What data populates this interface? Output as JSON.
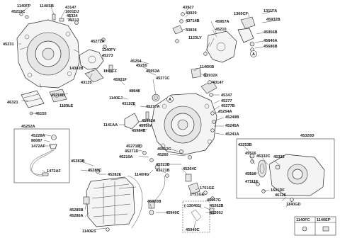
{
  "callouts": {
    "a1": "A",
    "a2": "A"
  },
  "labels": [
    "1140FP",
    "1140SB",
    "45219C",
    "43147",
    "1601DJ",
    "45324",
    "21513",
    "45231",
    "45272A",
    "1140FY",
    "45273",
    "1430JB",
    "1140FZ",
    "43135",
    "45254",
    "45255",
    "45253A",
    "45931F",
    "48648",
    "1140EJ",
    "43137E",
    "45271C",
    "45217A",
    "1141AA",
    "45952A",
    "45950A",
    "45984B",
    "46321",
    "45218D",
    "1123LE",
    "46155",
    "45252A",
    "45228A",
    "88087",
    "1472AF",
    "1472AF",
    "43927",
    "43929",
    "43714B",
    "43838",
    "45957A",
    "45210",
    "1123LY",
    "1360CF",
    "1311FA",
    "45932B",
    "45956B",
    "45840A",
    "45686B",
    "1140KB",
    "91932X",
    "43147",
    "45347",
    "45277",
    "45277B",
    "45254A",
    "45249B",
    "45245A",
    "45241A",
    "45271D",
    "45271D",
    "46210A",
    "45612C",
    "45260",
    "45323B",
    "43171B",
    "45264C",
    "45283B",
    "45283C",
    "45282E",
    "1140HG",
    "45285B",
    "45286A",
    "1140ES",
    "45920B",
    "45940C",
    "1751GE",
    "1751GE",
    "45267G",
    "45262B",
    "45260J",
    "(-130401)",
    "45940C",
    "45320D",
    "43253B",
    "45516",
    "45332C",
    "45322",
    "45516",
    "47111E",
    "1601DF",
    "46128",
    "1140GD"
  ],
  "legend": {
    "col1": "1140FC",
    "col2": "1140EP"
  }
}
